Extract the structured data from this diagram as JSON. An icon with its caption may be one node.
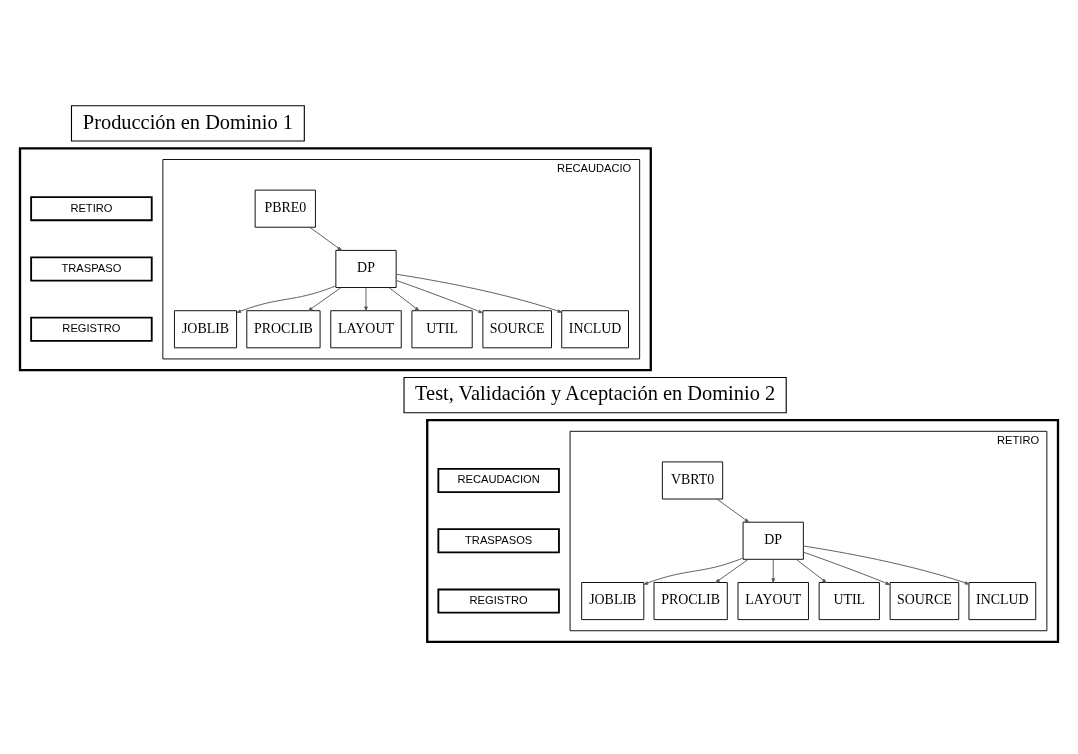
{
  "diagram": {
    "nodes": [
      {
        "text": [
          "Producción en Dominio 1"
        ]
      },
      {
        "text": [
          "Test, Validación y Aceptación en Dominio 2"
        ]
      },
      {
        "text": [],
        "shape": "box"
      },
      {
        "text": [
          "RETIRO"
        ],
        "in": 2
      },
      {
        "text": [
          "TRASPASO"
        ],
        "in": 2
      },
      {
        "text": [
          "REGISTRO"
        ],
        "in": 2
      },
      {
        "text": [
          "RECAUDACIO"
        ],
        "in": 2
      },
      {
        "text": [
          "PBRE0"
        ],
        "in": 6
      },
      {
        "text": [
          "DP"
        ],
        "in": 6
      },
      {
        "text": [
          "JOBLIB"
        ],
        "in": 6
      },
      {
        "text": [
          "PROCLIB"
        ],
        "in": 6
      },
      {
        "text": [
          "LAYOUT"
        ],
        "in": 6
      },
      {
        "text": [
          "UTIL"
        ],
        "in": 6
      },
      {
        "text": [
          "SOURCE"
        ],
        "in": 6
      },
      {
        "text": [
          "INCLUD"
        ],
        "in": 6
      },
      {
        "text": [],
        "shape": "box"
      },
      {
        "text": [
          "RECAUDACION"
        ],
        "in": 15
      },
      {
        "text": [
          "TRASPASOS"
        ],
        "in": 15
      },
      {
        "text": [
          "REGISTRO"
        ],
        "in": 15
      },
      {
        "text": [
          "RETIRO"
        ],
        "in": 15
      },
      {
        "text": [
          "VBRT0"
        ],
        "in": 19
      },
      {
        "text": [
          "DP"
        ],
        "in": 19
      },
      {
        "text": [
          "JOBLIB"
        ],
        "in": 19
      },
      {
        "text": [
          "PROCLIB"
        ],
        "in": 19
      },
      {
        "text": [
          "LAYOUT"
        ],
        "in": 19
      },
      {
        "text": [
          "UTIL"
        ],
        "in": 19
      },
      {
        "text": [
          "SOURCE"
        ],
        "in": 19
      },
      {
        "text": [
          "INCLUD"
        ],
        "in": 19
      }
    ],
    "edges": [
      {
        "from": 7,
        "to": 8,
        "arrow": "to"
      },
      {
        "from": 8,
        "to": 9,
        "arrow": "to"
      },
      {
        "from": 8,
        "to": 10,
        "arrow": "to"
      },
      {
        "from": 8,
        "to": 11,
        "arrow": "to"
      },
      {
        "from": 8,
        "to": 12,
        "arrow": "to"
      },
      {
        "from": 8,
        "to": 13,
        "arrow": "to"
      },
      {
        "from": 8,
        "to": 14,
        "arrow": "to"
      },
      {
        "from": 20,
        "to": 21,
        "arrow": "to"
      },
      {
        "from": 21,
        "to": 22,
        "arrow": "to"
      },
      {
        "from": 21,
        "to": 23,
        "arrow": "to"
      },
      {
        "from": 21,
        "to": 24,
        "arrow": "to"
      },
      {
        "from": 21,
        "to": 25,
        "arrow": "to"
      },
      {
        "from": 21,
        "to": 26,
        "arrow": "to"
      },
      {
        "from": 21,
        "to": 27,
        "arrow": "to"
      }
    ]
  }
}
